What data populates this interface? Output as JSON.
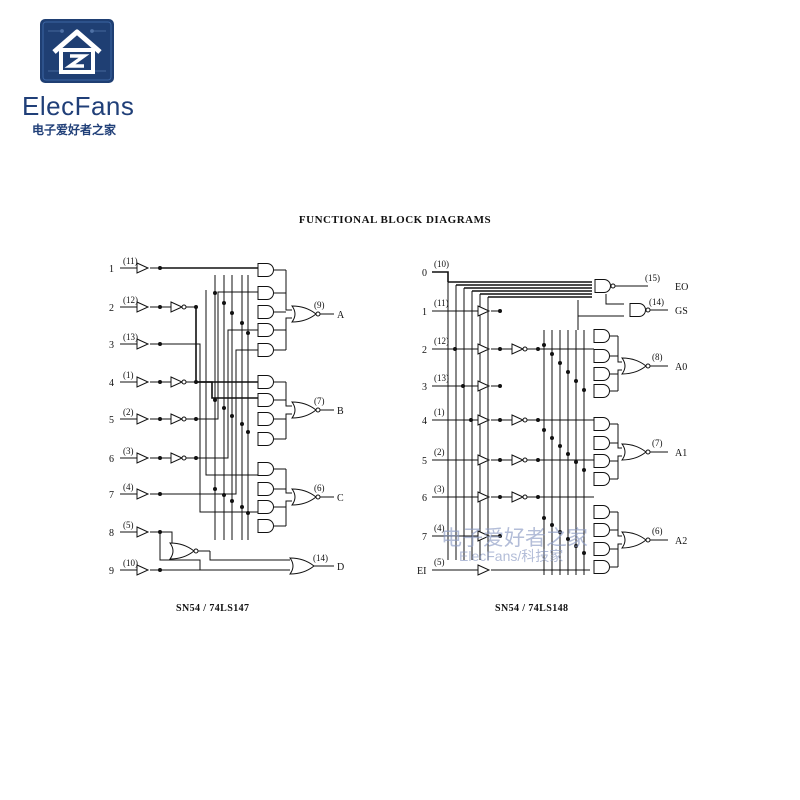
{
  "brand": {
    "name": "ElecFans",
    "subtitle": "电子爱好者之家",
    "color": "#203f78"
  },
  "title": "FUNCTIONAL BLOCK DIAGRAMS",
  "watermark": {
    "line1": "电子爱好者之家",
    "line2": "ElecFans/科技家"
  },
  "diagrams": [
    {
      "caption": "SN54 / 74LS147",
      "inputs": [
        {
          "name": "1",
          "pin": "(11)"
        },
        {
          "name": "2",
          "pin": "(12)"
        },
        {
          "name": "3",
          "pin": "(13)"
        },
        {
          "name": "4",
          "pin": "(1)"
        },
        {
          "name": "5",
          "pin": "(2)"
        },
        {
          "name": "6",
          "pin": "(3)"
        },
        {
          "name": "7",
          "pin": "(4)"
        },
        {
          "name": "8",
          "pin": "(5)"
        },
        {
          "name": "9",
          "pin": "(10)"
        }
      ],
      "outputs": [
        {
          "name": "A",
          "pin": "(9)"
        },
        {
          "name": "B",
          "pin": "(7)"
        },
        {
          "name": "C",
          "pin": "(6)"
        },
        {
          "name": "D",
          "pin": "(14)"
        }
      ]
    },
    {
      "caption": "SN54 / 74LS148",
      "inputs": [
        {
          "name": "0",
          "pin": "(10)"
        },
        {
          "name": "1",
          "pin": "(11)"
        },
        {
          "name": "2",
          "pin": "(12)"
        },
        {
          "name": "3",
          "pin": "(13)"
        },
        {
          "name": "4",
          "pin": "(1)"
        },
        {
          "name": "5",
          "pin": "(2)"
        },
        {
          "name": "6",
          "pin": "(3)"
        },
        {
          "name": "7",
          "pin": "(4)"
        },
        {
          "name": "EI",
          "pin": "(5)"
        }
      ],
      "outputs": [
        {
          "name": "EO",
          "pin": "(15)"
        },
        {
          "name": "GS",
          "pin": "(14)"
        },
        {
          "name": "A0",
          "pin": "(8)"
        },
        {
          "name": "A1",
          "pin": "(7)"
        },
        {
          "name": "A2",
          "pin": "(6)"
        }
      ]
    }
  ]
}
